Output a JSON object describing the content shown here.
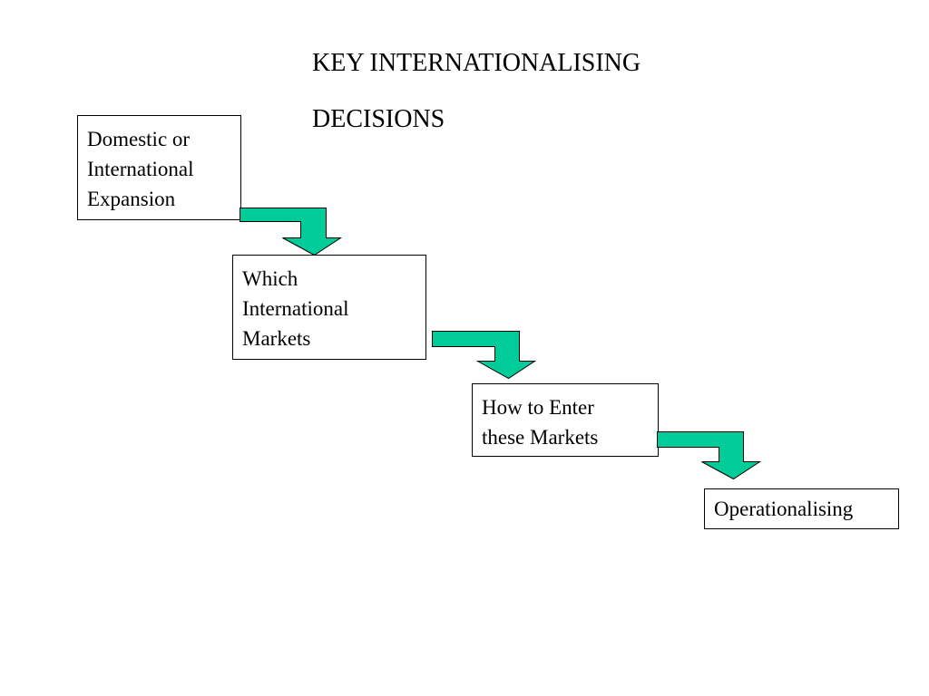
{
  "title": {
    "line1": "KEY INTERNATIONALISING",
    "line2": "DECISIONS"
  },
  "steps": [
    {
      "lines": [
        "Domestic or",
        "International",
        "Expansion"
      ]
    },
    {
      "lines": [
        "Which",
        "International",
        "Markets"
      ]
    },
    {
      "lines": [
        "How to Enter",
        "these Markets"
      ]
    },
    {
      "lines": [
        "Operationalising"
      ]
    }
  ],
  "colors": {
    "arrow_fill": "#00CC99",
    "arrow_stroke": "#000000",
    "box_border": "#000000",
    "text": "#000000"
  }
}
